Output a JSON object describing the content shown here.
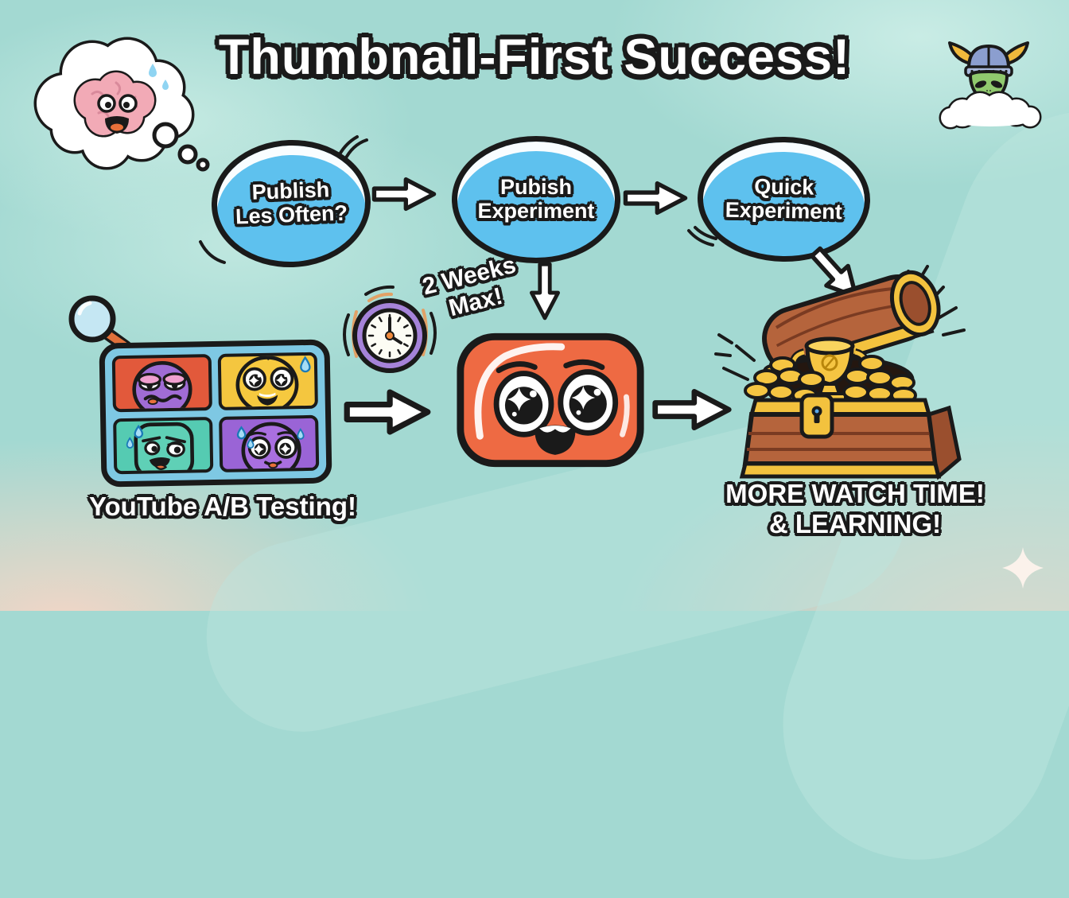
{
  "title": "Thumbnail-First Success!",
  "flow": {
    "bubbles": [
      {
        "line1": "Publish",
        "line2": "Les Often?"
      },
      {
        "line1": "Pubish",
        "line2": "Experiment"
      },
      {
        "line1": "Quick",
        "line2": "Experiment"
      }
    ]
  },
  "timer_note": {
    "line1": "2 Weeks",
    "line2": "Max!"
  },
  "ab_testing": {
    "caption": "YouTube A/B Testing!"
  },
  "outcome": {
    "line1": "MORE WATCH TIME!",
    "line2": "& LEARNING!"
  },
  "colors": {
    "ink": "#1a1a1a",
    "bg-teal": "#a3d9d2",
    "bg-peach": "#f2d6c6",
    "bubble-blue": "#5ec1ee",
    "character-orange": "#ee6a43",
    "clock-purple": "#a583d9",
    "panel-blue": "#7ec8e3",
    "cell-orange": "#e2593b",
    "cell-yellow": "#f4c63f",
    "cell-teal": "#55cbb2",
    "cell-purple": "#9a64d6",
    "chest-brown": "#b5643c",
    "gold": "#f3c23e"
  }
}
